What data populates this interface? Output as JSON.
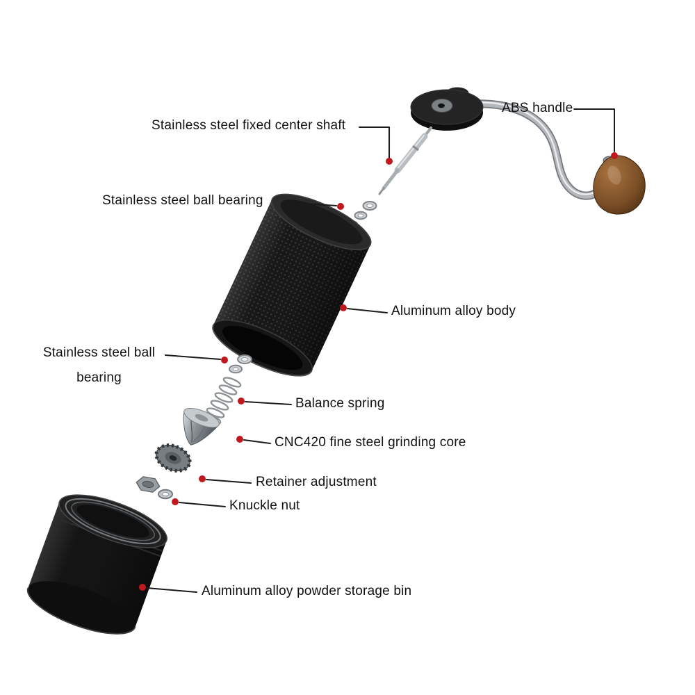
{
  "diagram": {
    "labels": [
      {
        "id": "center-shaft",
        "text": "Stainless steel fixed center shaft"
      },
      {
        "id": "abs-handle",
        "text": "ABS handle"
      },
      {
        "id": "ball-bearing-upper",
        "text": "Stainless steel ball bearing"
      },
      {
        "id": "body",
        "text": "Aluminum alloy body"
      },
      {
        "id": "ball-bearing-lower",
        "text": "Stainless steel ball bearing"
      },
      {
        "id": "balance-spring",
        "text": "Balance spring"
      },
      {
        "id": "grinding-core",
        "text": "CNC420 fine steel grinding core"
      },
      {
        "id": "retainer",
        "text": "Retainer adjustment"
      },
      {
        "id": "knuckle-nut",
        "text": "Knuckle nut"
      },
      {
        "id": "storage-bin",
        "text": "Aluminum alloy powder storage bin"
      }
    ],
    "colors": {
      "leader_line": "#1a1a1a",
      "callout_dot": "#c0181f",
      "label_text": "#111111",
      "background": "#ffffff"
    }
  }
}
